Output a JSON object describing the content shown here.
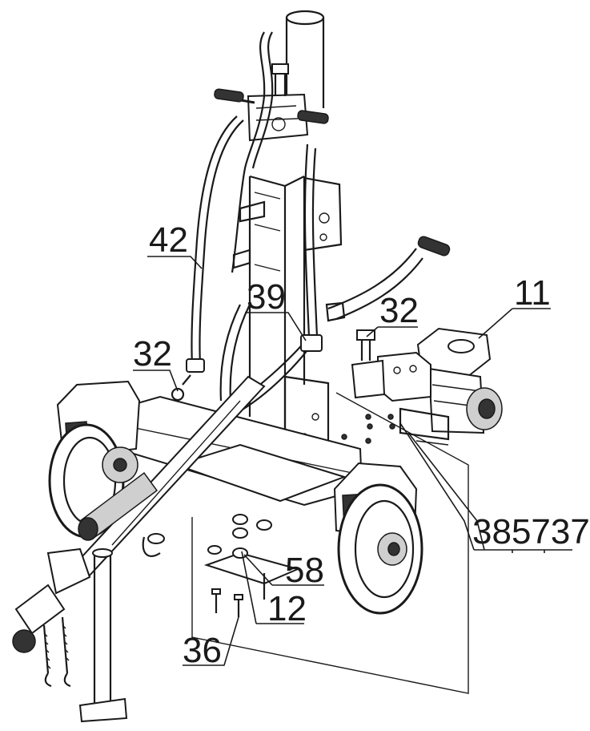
{
  "callouts": {
    "c42": "42",
    "c39": "39",
    "c32_left": "32",
    "c32_right": "32",
    "c11": "11",
    "c385737": "385737",
    "c58": "58",
    "c12": "12",
    "c36": "36"
  },
  "colors": {
    "ink": "#1a1a1a",
    "background": "#ffffff"
  }
}
